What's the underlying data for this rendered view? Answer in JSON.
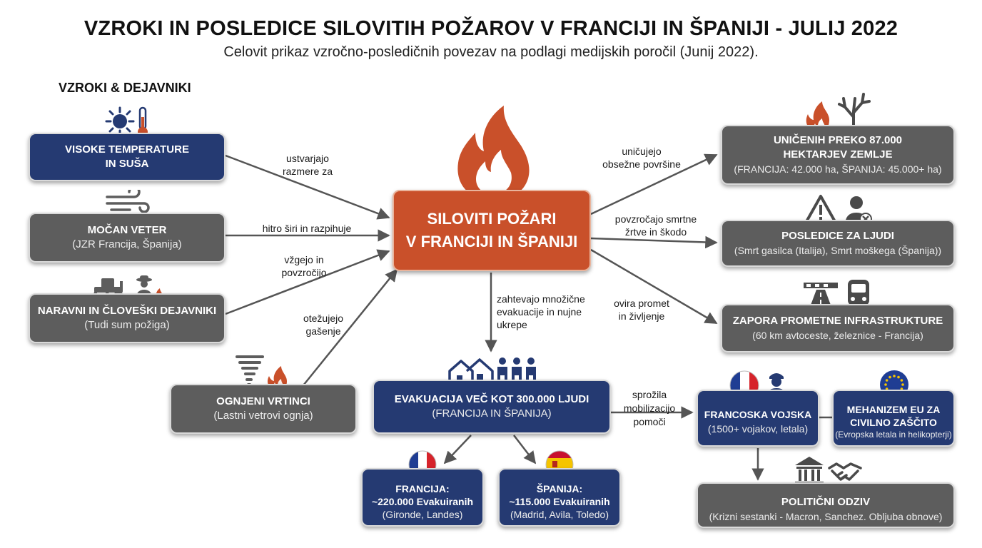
{
  "title": "VZROKI IN POSLEDICE SILOVITIH POŽAROV V FRANCIJI IN ŠPANIJI - JULIJ 2022",
  "subtitle": "Celovit prikaz vzročno-posledičnih povezav na podlagi medijskih poročil (Junij 2022).",
  "section_label": "VZROKI & DEJAVNIKI",
  "center": {
    "line1": "SILOVITI POŽARI",
    "line2": "V FRANCIJI IN ŠPANIJI"
  },
  "causes": {
    "temperature": {
      "line1": "VISOKE TEMPERATURE",
      "line2": "IN SUŠA"
    },
    "wind": {
      "title": "MOČAN VETER",
      "sub": "(JZR Francija, Španija)"
    },
    "factors": {
      "title": "NARAVNI IN ČLOVEŠKI DEJAVNIKI",
      "sub": "(Tudi sum požiga)"
    },
    "whirls": {
      "title": "OGNJENI VRTINCI",
      "sub": "(Lastni vetrovi ognja)"
    }
  },
  "cause_links": {
    "temperature": {
      "line1": "ustvarjajo",
      "line2": "razmere za"
    },
    "wind": "hitro širi in razpihuje",
    "factors": {
      "line1": "vžgejo in",
      "line2": "povzročijo"
    },
    "whirls": {
      "line1": "otežujejo",
      "line2": "gašenje"
    }
  },
  "consequences": {
    "land": {
      "line1": "UNIČENIH PREKO 87.000",
      "line2": "HEKTARJEV ZEMLJE",
      "sub": "(FRANCIJA: 42.000 ha, ŠPANIJA: 45.000+ ha)"
    },
    "people": {
      "title": "POSLEDICE ZA LJUDI",
      "sub": "(Smrt gasilca (Italija), Smrt moškega (Španija))"
    },
    "traffic": {
      "title": "ZAPORA PROMETNE INFRASTRUKTURE",
      "sub": "(60 km avtoceste, železnice - Francija)"
    }
  },
  "consequence_links": {
    "land": {
      "line1": "uničujejo",
      "line2": "obsežne površine"
    },
    "people": {
      "line1": "povzročajo smrtne",
      "line2": "žrtve in škodo"
    },
    "traffic": {
      "line1": "ovira promet",
      "line2": "in življenje"
    }
  },
  "evacuation": {
    "link": {
      "line1": "zahtevajo množične",
      "line2": "evakuacije in nujne",
      "line3": "ukrepe"
    },
    "title": "EVAKUACIJA VEČ KOT 300.000 LJUDI",
    "sub": "(FRANCIJA IN ŠPANIJA)",
    "france": {
      "line1": "FRANCIJA:",
      "line2": "~220.000 Evakuiranih",
      "sub": "(Gironde, Landes)"
    },
    "spain": {
      "line1": "ŠPANIJA:",
      "line2": "~115.000 Evakuiranih",
      "sub": "(Madrid, Avila, Toledo)"
    }
  },
  "mobilization_link": {
    "line1": "sprožila",
    "line2": "mobilizacijo",
    "line3": "pomoči"
  },
  "army": {
    "title": "FRANCOSKA VOJSKA",
    "sub": "(1500+ vojakov, letala)"
  },
  "eu": {
    "line1": "MEHANIZEM EU ZA",
    "line2": "CIVILNO ZAŠČITO",
    "sub": "(Evropska letala in helikopterji)"
  },
  "political": {
    "title": "POLITIČNI ODZIV",
    "sub": "(Krizni sestanki - Macron, Sanchez. Obljuba obnove)"
  },
  "colors": {
    "navy": "#253a72",
    "gray": "#5d5d5d",
    "fire_orange": "#c9502a",
    "arrow": "#5a5a5a"
  },
  "icons": [
    "sun-thermometer-icon",
    "wind-icon",
    "tractor-farmer-icon",
    "tornado-fire-icon",
    "flame-icon",
    "fire-dead-tree-icon",
    "warning-person-icon",
    "road-train-icon",
    "houses-people-icon",
    "france-flag-icon",
    "spain-flag-icon",
    "soldier-flag-icon",
    "eu-flag-icon",
    "government-handshake-icon"
  ]
}
